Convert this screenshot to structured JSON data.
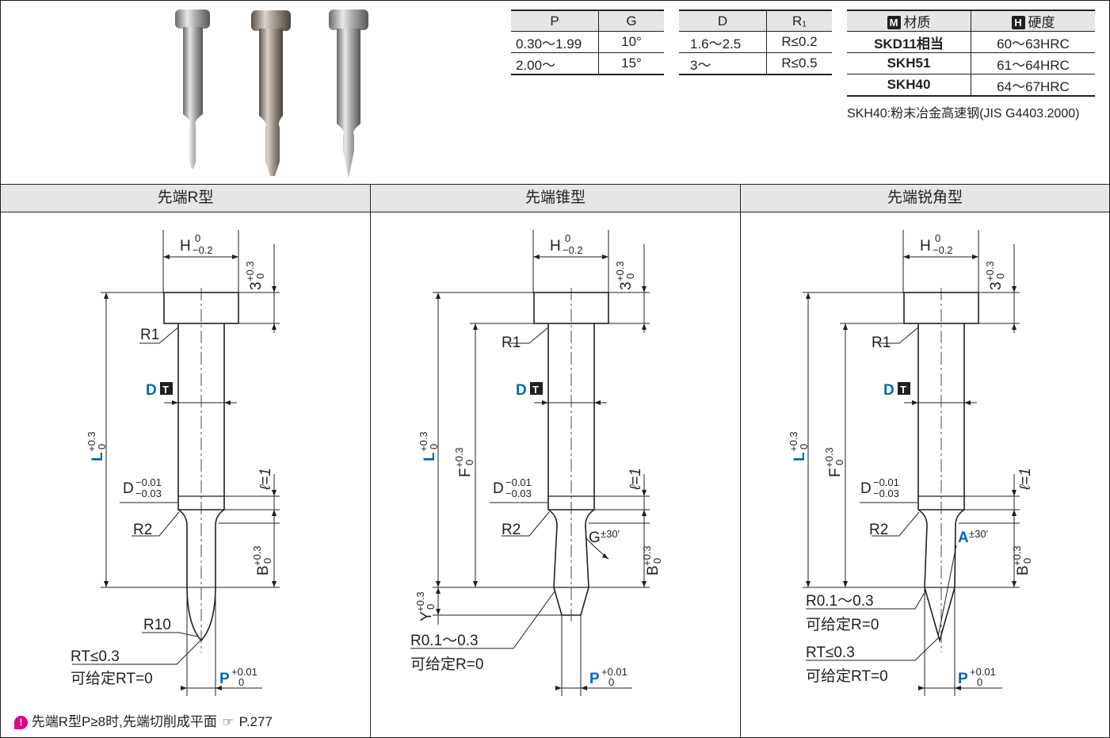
{
  "table_pg": {
    "headers": [
      "P",
      "G"
    ],
    "rows": [
      [
        "0.30～1.99",
        "10°"
      ],
      [
        "2.00～",
        "15°"
      ]
    ]
  },
  "table_dr": {
    "headers": [
      "D",
      "R₁"
    ],
    "rows": [
      [
        "1.6～2.5",
        "R≤0.2"
      ],
      [
        "3～",
        "R≤0.5"
      ]
    ]
  },
  "table_material": {
    "badge_m": "M",
    "header_m": "材质",
    "badge_h": "H",
    "header_h": "硬度",
    "rows": [
      [
        "SKD11相当",
        "60～63HRC"
      ],
      [
        "SKH51",
        "61～64HRC"
      ],
      [
        "SKH40",
        "64～67HRC"
      ]
    ]
  },
  "material_note": "SKH40:粉末冶金高速钢(JIS G4403.2000)",
  "sections": [
    {
      "title": "先端R型"
    },
    {
      "title": "先端锥型"
    },
    {
      "title": "先端锐角型"
    }
  ],
  "dims": {
    "H": "H",
    "H_tol_upper": "0",
    "H_tol_lower": "−0.2",
    "three": "3",
    "plus03": "+0.3",
    "zero": "0",
    "R1": "R1",
    "D": "D",
    "T_badge": "T",
    "L": "L",
    "F": "F",
    "Dtol": "D",
    "Dtol_upper": "−0.01",
    "Dtol_lower": "−0.03",
    "ell": "ℓ=1",
    "R2": "R2",
    "B": "B",
    "R10": "R10",
    "RT": "RT≤0.3",
    "RT_note": "可给定RT=0",
    "P": "P",
    "P_tol": "+0.01",
    "G": "G",
    "ang_tol": "±30′",
    "A": "A",
    "Y": "Y",
    "R01": "R0.1～0.3",
    "R_note": "可给定R=0"
  },
  "colors": {
    "accent": "#0068b7",
    "line": "#231f20",
    "header_bg": "#e6e6e6",
    "note_icon": "#e4007f"
  },
  "footnote": {
    "icon": "!",
    "text": "先端R型P≥8时,先端切削成平面",
    "ref_icon": "pointing-hand-icon",
    "ref": "P.277"
  }
}
